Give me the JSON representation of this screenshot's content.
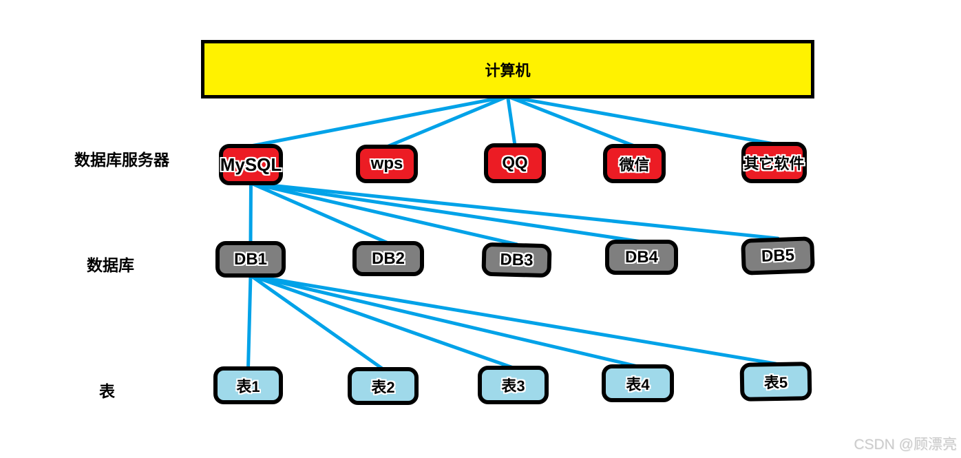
{
  "diagram": {
    "computer": {
      "id": "computer",
      "label": "计算机"
    },
    "row_labels": [
      {
        "text": "数据库服务器"
      },
      {
        "text": "数据库"
      },
      {
        "text": "表"
      }
    ],
    "software": [
      {
        "id": "mysql",
        "label": "MySQL"
      },
      {
        "id": "wps",
        "label": "wps"
      },
      {
        "id": "qq",
        "label": "QQ"
      },
      {
        "id": "wechat",
        "label": "微信"
      },
      {
        "id": "other-software",
        "label": "其它软件"
      }
    ],
    "databases": [
      {
        "id": "db1",
        "label": "DB1"
      },
      {
        "id": "db2",
        "label": "DB2"
      },
      {
        "id": "db3",
        "label": "DB3"
      },
      {
        "id": "db4",
        "label": "DB4"
      },
      {
        "id": "db5",
        "label": "DB5"
      }
    ],
    "tables": [
      {
        "id": "table1",
        "label": "表1"
      },
      {
        "id": "table2",
        "label": "表2"
      },
      {
        "id": "table3",
        "label": "表3"
      },
      {
        "id": "table4",
        "label": "表4"
      },
      {
        "id": "table5",
        "label": "表5"
      }
    ],
    "edges": [
      [
        "computer",
        "mysql"
      ],
      [
        "computer",
        "wps"
      ],
      [
        "computer",
        "qq"
      ],
      [
        "computer",
        "wechat"
      ],
      [
        "computer",
        "other-software"
      ],
      [
        "mysql",
        "db1"
      ],
      [
        "mysql",
        "db2"
      ],
      [
        "mysql",
        "db3"
      ],
      [
        "mysql",
        "db4"
      ],
      [
        "mysql",
        "db5"
      ],
      [
        "db1",
        "table1"
      ],
      [
        "db1",
        "table2"
      ],
      [
        "db1",
        "table3"
      ],
      [
        "db1",
        "table4"
      ],
      [
        "db1",
        "table5"
      ]
    ],
    "colors": {
      "computer_fill": "#FFF200",
      "software_fill": "#EC1C24",
      "database_fill": "#7F7F7F",
      "table_fill": "#9FD9EA",
      "edge_line": "#00A2E8",
      "node_border": "#000000"
    }
  },
  "watermark": {
    "text": "CSDN @顾漂亮"
  }
}
